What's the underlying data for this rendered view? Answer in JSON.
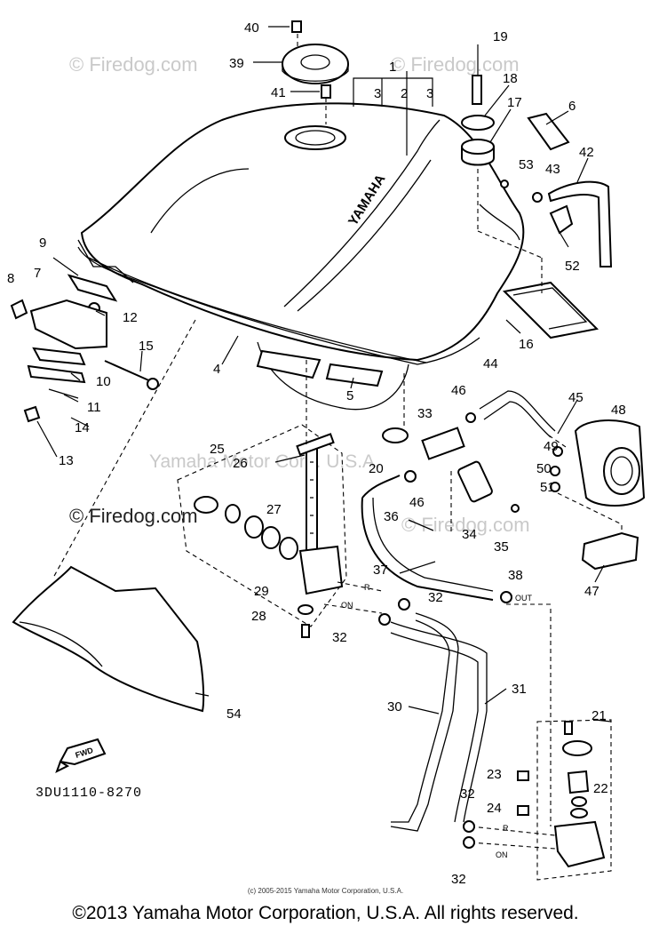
{
  "watermarks": {
    "firedog_top_left": "© Firedog.com",
    "firedog_top_right": "© Firedog.com",
    "firedog_mid_left": "© Firedog.com",
    "firedog_mid_right": "© Firedog.com",
    "yamaha": "Yamaha Motor Corp. U.S.A."
  },
  "diagram": {
    "part_code": "3DU1110-8270",
    "fwd_label": "FWD",
    "tank_logo": "YAMAHA",
    "markers": {
      "on_left": "ON",
      "r_left": "R",
      "out": "OUT",
      "r_right": "R",
      "on_right": "ON"
    },
    "callouts": [
      "1",
      "2",
      "3",
      "3",
      "4",
      "5",
      "6",
      "7",
      "8",
      "9",
      "10",
      "11",
      "12",
      "13",
      "14",
      "15",
      "16",
      "17",
      "18",
      "19",
      "20",
      "21",
      "22",
      "23",
      "24",
      "25",
      "26",
      "27",
      "28",
      "29",
      "30",
      "31",
      "32",
      "32",
      "32",
      "32",
      "33",
      "34",
      "35",
      "36",
      "37",
      "38",
      "39",
      "40",
      "41",
      "42",
      "43",
      "44",
      "45",
      "46",
      "46",
      "47",
      "48",
      "49",
      "50",
      "51",
      "52",
      "53",
      "54"
    ]
  },
  "footer": {
    "small_copyright": "(c) 2005-2015 Yamaha Motor Corporation, U.S.A.",
    "copyright": "©2013 Yamaha Motor Corporation, U.S.A. All rights reserved."
  }
}
